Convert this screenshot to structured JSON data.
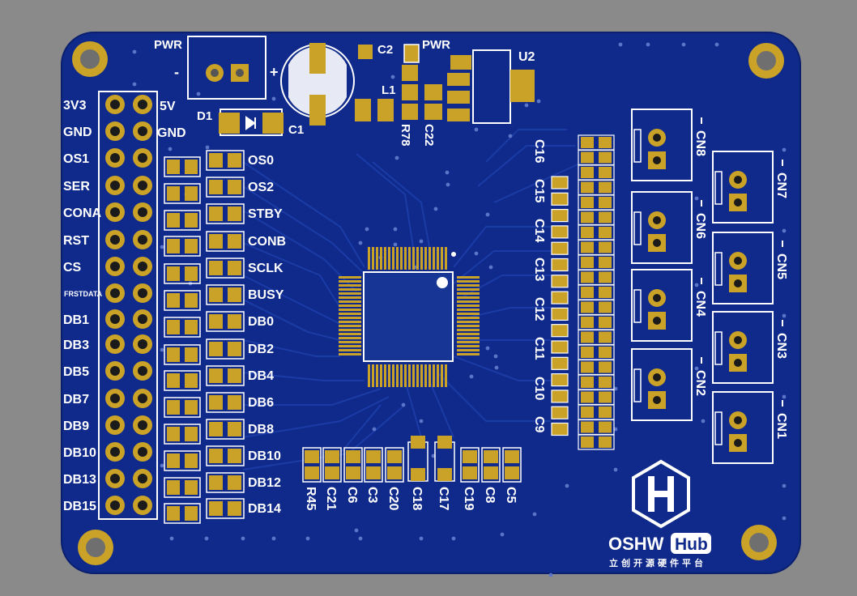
{
  "colors": {
    "background": "#8a8a8a",
    "board": "#0f2a8a",
    "board_edge": "#0a1f6e",
    "trace": "#1a3aa8",
    "pad": "#c9a227",
    "pad_dark": "#b08a18",
    "silk": "#ffffff",
    "chip": "#173595"
  },
  "header": {
    "left_labels": [
      "3V3",
      "GND",
      "OS1",
      "SER",
      "CONA",
      "RST",
      "CS",
      "FRSTDATA",
      "DB1",
      "DB3",
      "DB5",
      "DB7",
      "DB9",
      "DB10",
      "DB13",
      "DB15"
    ],
    "right_labels": [
      "5V",
      "GND"
    ]
  },
  "signals": [
    "OS0",
    "OS2",
    "STBY",
    "CONB",
    "SCLK",
    "BUSY",
    "DB0",
    "DB2",
    "DB4",
    "DB6",
    "DB8",
    "DB10",
    "DB12",
    "DB14"
  ],
  "power": {
    "pwr_label": "PWR",
    "pwr_label_2": "PWR",
    "minus": "-",
    "plus": "+",
    "d1": "D1",
    "c1": "C1",
    "c2": "C2",
    "l1": "L1",
    "r78": "R78",
    "c22": "C22",
    "u2": "U2"
  },
  "caps_right": [
    "C16",
    "C15",
    "C14",
    "C13",
    "C12",
    "C11",
    "C10",
    "C9"
  ],
  "caps_bottom": [
    "R45",
    "C21",
    "C6",
    "C3",
    "C20",
    "C18",
    "C17",
    "C19",
    "C8",
    "C5"
  ],
  "connectors_col1": [
    "CN8",
    "CN6",
    "CN4",
    "CN2"
  ],
  "connectors_col2": [
    "CN7",
    "CN5",
    "CN3",
    "CN1"
  ],
  "logo": {
    "text": "OSHW",
    "badge": "Hub",
    "subtitle": "立创开源硬件平台"
  }
}
